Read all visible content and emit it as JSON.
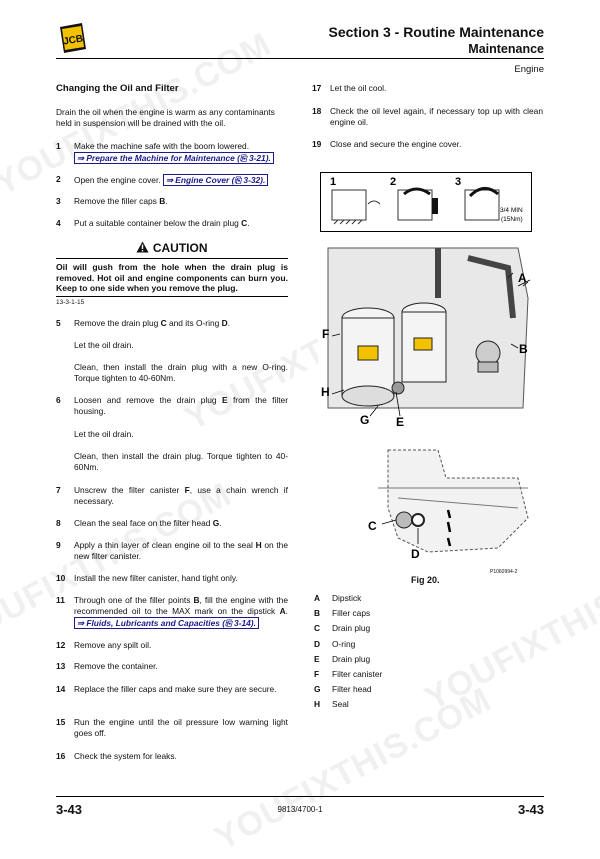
{
  "header": {
    "section_title": "Section 3 - Routine Maintenance",
    "section_subtitle": "Maintenance",
    "subsection": "Engine",
    "logo_text": "JCB"
  },
  "left": {
    "heading": "Changing the Oil and Filter",
    "intro": "Drain the oil when the engine is warm as any contaminants held in suspension will be drained with the oil.",
    "steps": [
      {
        "n": "1",
        "text": "Make the machine safe with the boom lowered.",
        "xref": "⇒ Prepare the Machine for Maintenance (⎘ 3-21)."
      },
      {
        "n": "2",
        "text": "Open the engine cover.",
        "xref": "⇒ Engine Cover (⎘ 3-32)."
      },
      {
        "n": "3",
        "text": "Remove the filler caps",
        "bold": "B",
        "tail": "."
      },
      {
        "n": "4",
        "text": "Put a suitable container below the drain plug",
        "bold": "C",
        "tail": "."
      }
    ],
    "caution": {
      "title": "CAUTION",
      "body": "Oil will gush from the hole when the drain plug is removed. Hot oil and engine components can burn you. Keep to one side when you remove the plug.",
      "code": "13-3-1-15"
    },
    "steps2": [
      {
        "n": "5",
        "a": "Remove the drain plug ",
        "b1": "C",
        "c": " and its O-ring ",
        "b2": "D",
        "d": "."
      },
      {
        "n": "",
        "p": "Let the oil drain."
      },
      {
        "n": "",
        "p": "Clean, then install the drain plug with a new O-ring. Torque tighten to 40-60Nm."
      },
      {
        "n": "6",
        "a": "Loosen and remove the drain plug ",
        "b1": "E",
        "c": " from the filter housing.",
        "b2": "",
        "d": ""
      },
      {
        "n": "",
        "p": "Let the oil drain."
      },
      {
        "n": "",
        "p": "Clean, then install the drain plug. Torque tighten to 40-60Nm."
      },
      {
        "n": "7",
        "a": "Unscrew the filter canister ",
        "b1": "F",
        "c": ", use a chain wrench if necessary.",
        "b2": "",
        "d": ""
      },
      {
        "n": "8",
        "a": "Clean the seal face on the filter head ",
        "b1": "G",
        "c": ".",
        "b2": "",
        "d": ""
      },
      {
        "n": "9",
        "a": "Apply a thin layer of clean engine oil to the seal ",
        "b1": "H",
        "c": " on the new filter canister.",
        "b2": "",
        "d": ""
      },
      {
        "n": "10",
        "p": "Install the new filter canister, hand tight only."
      },
      {
        "n": "11",
        "a": "Through one of the filler points ",
        "b1": "B",
        "c": ", fill the engine with the recommended oil to the MAX mark on the dipstick ",
        "b2": "A",
        "d": ".",
        "xref": "⇒ Fluids, Lubricants and Capacities (⎘ 3-14)."
      },
      {
        "n": "12",
        "p": "Remove any spilt oil."
      },
      {
        "n": "13",
        "p": "Remove the container."
      },
      {
        "n": "14",
        "p": "Replace the filler caps and make sure they are secure."
      },
      {
        "n": "15",
        "p": "Run the engine until the oil pressure low warning light goes off."
      },
      {
        "n": "16",
        "p": "Check the system for leaks."
      }
    ]
  },
  "right": {
    "steps": [
      {
        "n": "17",
        "text": "Let the oil cool."
      },
      {
        "n": "18",
        "text": "Check the oil level again, if necessary top up with clean engine oil."
      },
      {
        "n": "19",
        "text": "Close and secure the engine cover."
      }
    ],
    "inset": {
      "labels": [
        "1",
        "2",
        "3"
      ],
      "torque": "3/4 MIN",
      "torque2": "(15Nm)"
    },
    "callouts": [
      "A",
      "B",
      "C",
      "D",
      "E",
      "F",
      "G",
      "H"
    ],
    "fig_code": "P1060994-2",
    "fig_caption": "Fig 20.",
    "legend": [
      {
        "k": "A",
        "v": "Dipstick"
      },
      {
        "k": "B",
        "v": "Filler caps"
      },
      {
        "k": "C",
        "v": "Drain plug"
      },
      {
        "k": "D",
        "v": "O-ring"
      },
      {
        "k": "E",
        "v": "Drain plug"
      },
      {
        "k": "F",
        "v": "Filter canister"
      },
      {
        "k": "G",
        "v": "Filter head"
      },
      {
        "k": "H",
        "v": "Seal"
      }
    ]
  },
  "footer": {
    "page_left": "3-43",
    "doc_code": "9813/4700-1",
    "page_right": "3-43"
  },
  "watermark": "YOUFIXTHIS.COM"
}
